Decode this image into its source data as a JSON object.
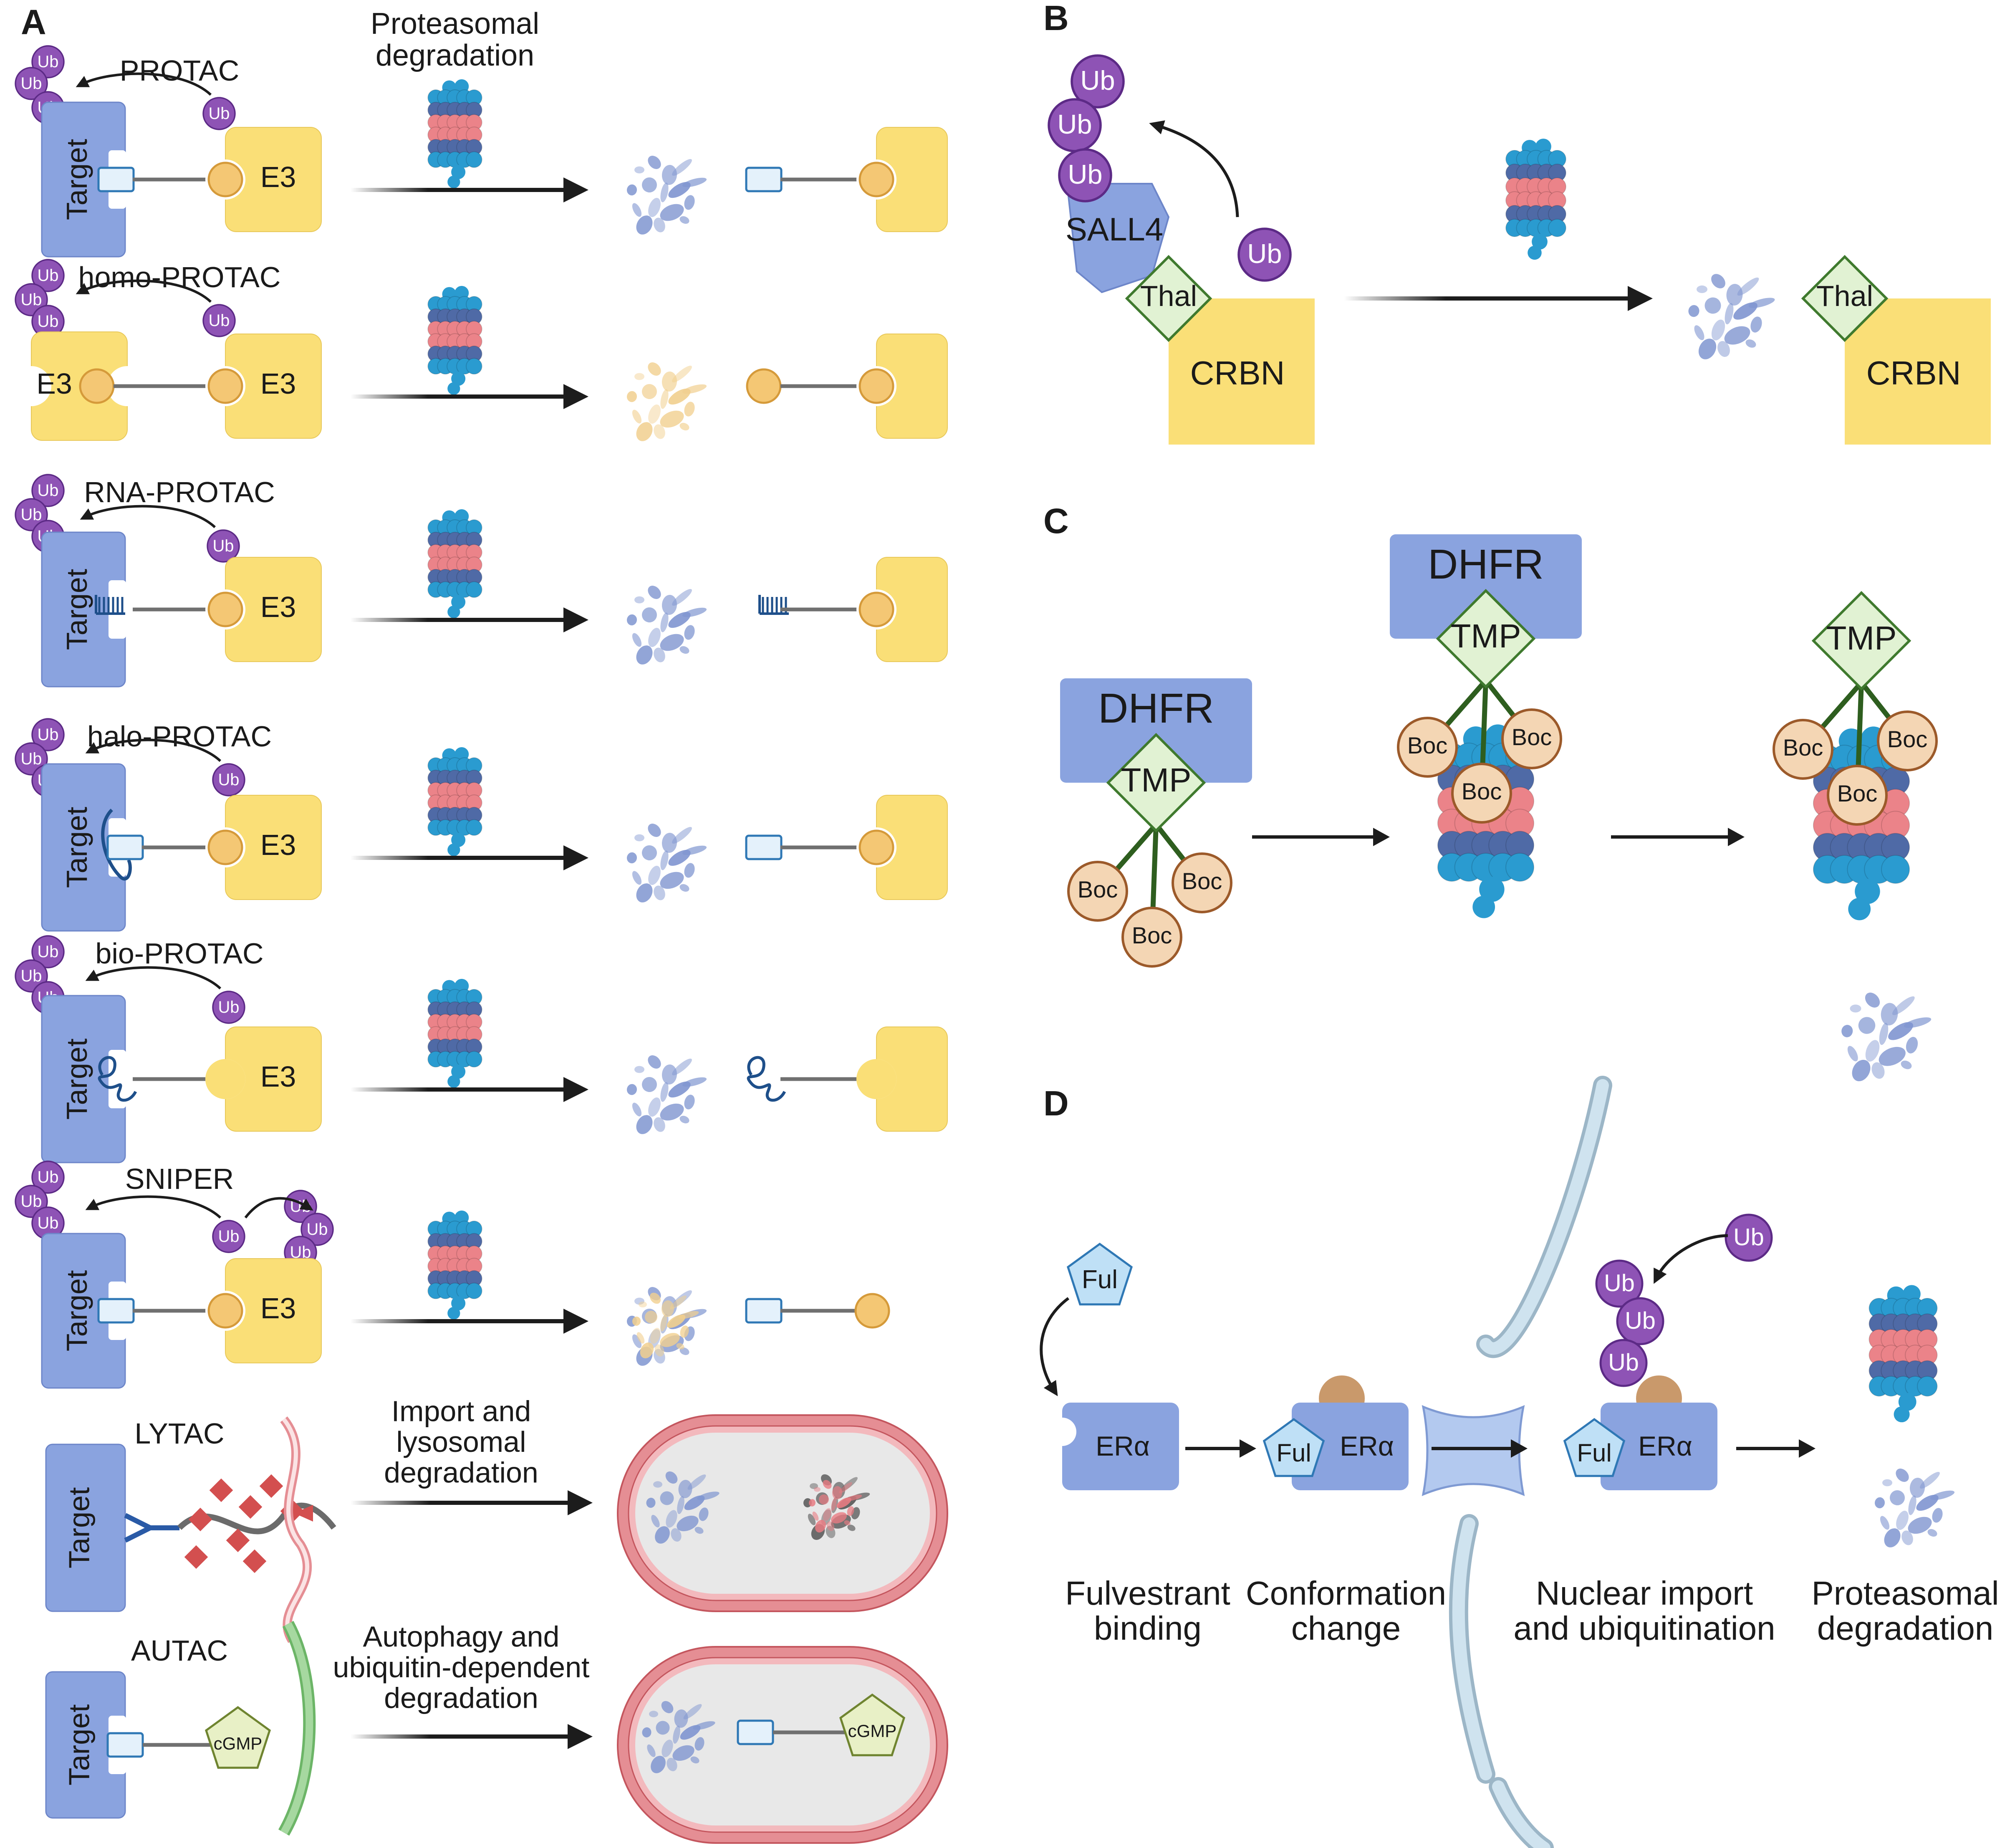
{
  "colors": {
    "target": "#8aa3df",
    "target_edge": "#6d86c9",
    "e3": "#fadf77",
    "ligand": "#f4c774",
    "ligand_edge": "#d59a3a",
    "ub": "#8e53b5",
    "ub_edge": "#5c2a86",
    "arrow": "#1c1c1c",
    "proteasome_outer": "#2a9bd0",
    "proteasome_mid": "#4f6aa6",
    "proteasome_core": "#eb8389",
    "frag_blue": "#7f95d0",
    "frag_beige": "#f1cf8e",
    "lysosome": "#e58e94",
    "lysosome_inner": "#e8e8e8",
    "thal_green": "#e1f2d3",
    "thal_edge": "#3f7a2e",
    "boc": "#f4d6b4",
    "boc_edge": "#9c5a2a",
    "ful_fill": "#bfe0f6",
    "ful_edge": "#2f78b5",
    "membrane": "#cfe3ef",
    "membrane_edge": "#9cb6c7",
    "cgmp_fill": "#e8f0c6",
    "cgmp_edge": "#6f8430",
    "autophagy_membrane": "#a6d8a0",
    "lytac_red": "#d34f4f"
  },
  "icons": [
    "ubiquitin-icon",
    "proteasome-icon",
    "peptide-fragments-icon",
    "lysosome-icon",
    "membrane-icon",
    "pentagon-icon"
  ],
  "panels": {
    "A": {
      "letter": "A",
      "header": "Proteasomal\ndegradation",
      "ub": "Ub",
      "target": "Target",
      "e3": "E3",
      "rows": [
        {
          "label": "PROTAC"
        },
        {
          "label": "homo-PROTAC"
        },
        {
          "label": "RNA-PROTAC"
        },
        {
          "label": "halo-PROTAC"
        },
        {
          "label": "bio-PROTAC"
        },
        {
          "label": "SNIPER"
        },
        {
          "label": "LYTAC",
          "process": "Import and\nlysosomal\ndegradation"
        },
        {
          "label": "AUTAC",
          "process": "Autophagy and\nubiquitin-dependent\ndegradation",
          "molecule": "cGMP"
        }
      ]
    },
    "B": {
      "letter": "B",
      "ub": "Ub",
      "sall4": "SALL4",
      "thal": "Thal",
      "crbn": "CRBN"
    },
    "C": {
      "letter": "C",
      "dhfr": "DHFR",
      "tmp": "TMP",
      "boc": "Boc"
    },
    "D": {
      "letter": "D",
      "ful": "Ful",
      "era": "ERα",
      "ub": "Ub",
      "steps": [
        "Fulvestrant\nbinding",
        "Conformation\nchange",
        "Nuclear import\nand ubiquitination",
        "Proteasomal\ndegradation"
      ]
    }
  }
}
